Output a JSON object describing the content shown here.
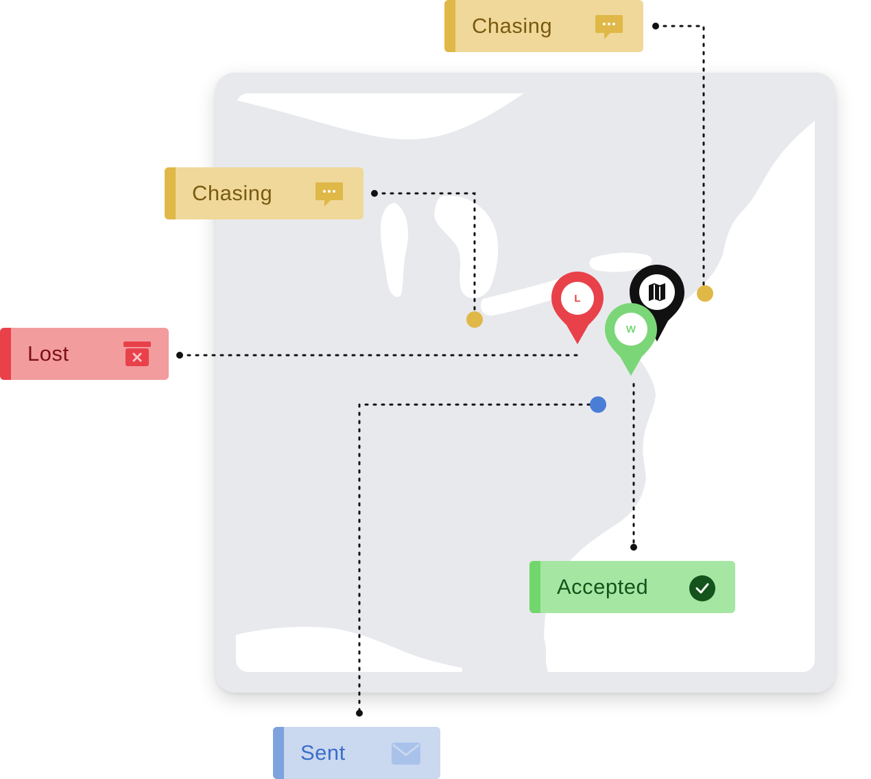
{
  "tags": {
    "chasing_top": {
      "label": "Chasing",
      "icon": "chat-bubble-icon",
      "status": "chasing"
    },
    "chasing_left": {
      "label": "Chasing",
      "icon": "chat-bubble-icon",
      "status": "chasing"
    },
    "lost": {
      "label": "Lost",
      "icon": "archive-box-icon",
      "status": "lost"
    },
    "accepted": {
      "label": "Accepted",
      "icon": "check-circle-icon",
      "status": "accepted"
    },
    "sent": {
      "label": "Sent",
      "icon": "envelope-icon",
      "status": "sent"
    }
  },
  "pins": {
    "lost": {
      "letter": "L",
      "color": "#e8414a"
    },
    "won": {
      "letter": "W",
      "color": "#7bd678"
    },
    "map": {
      "icon": "map-icon",
      "color": "#111111"
    }
  },
  "colors": {
    "chasing": "#e0b847",
    "lost": "#e8414a",
    "accepted": "#71d66b",
    "sent": "#4a7ed6",
    "map_land": "#e8e9ed"
  }
}
